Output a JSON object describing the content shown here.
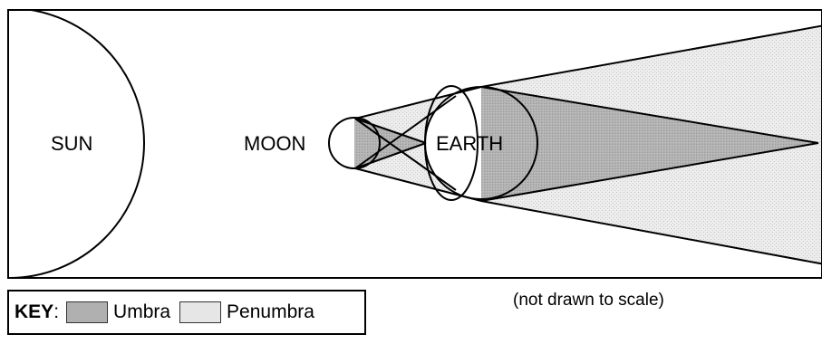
{
  "diagram": {
    "bodies": {
      "sun": "SUN",
      "moon": "MOON",
      "earth": "EARTH"
    },
    "note": "(not drawn to scale)"
  },
  "key": {
    "title": "KEY",
    "colon": ":",
    "umbra_label": "Umbra",
    "penumbra_label": "Penumbra"
  },
  "colors": {
    "umbra": "#b0b0b0",
    "penumbra": "#e6e6e6",
    "outline": "#000000"
  }
}
